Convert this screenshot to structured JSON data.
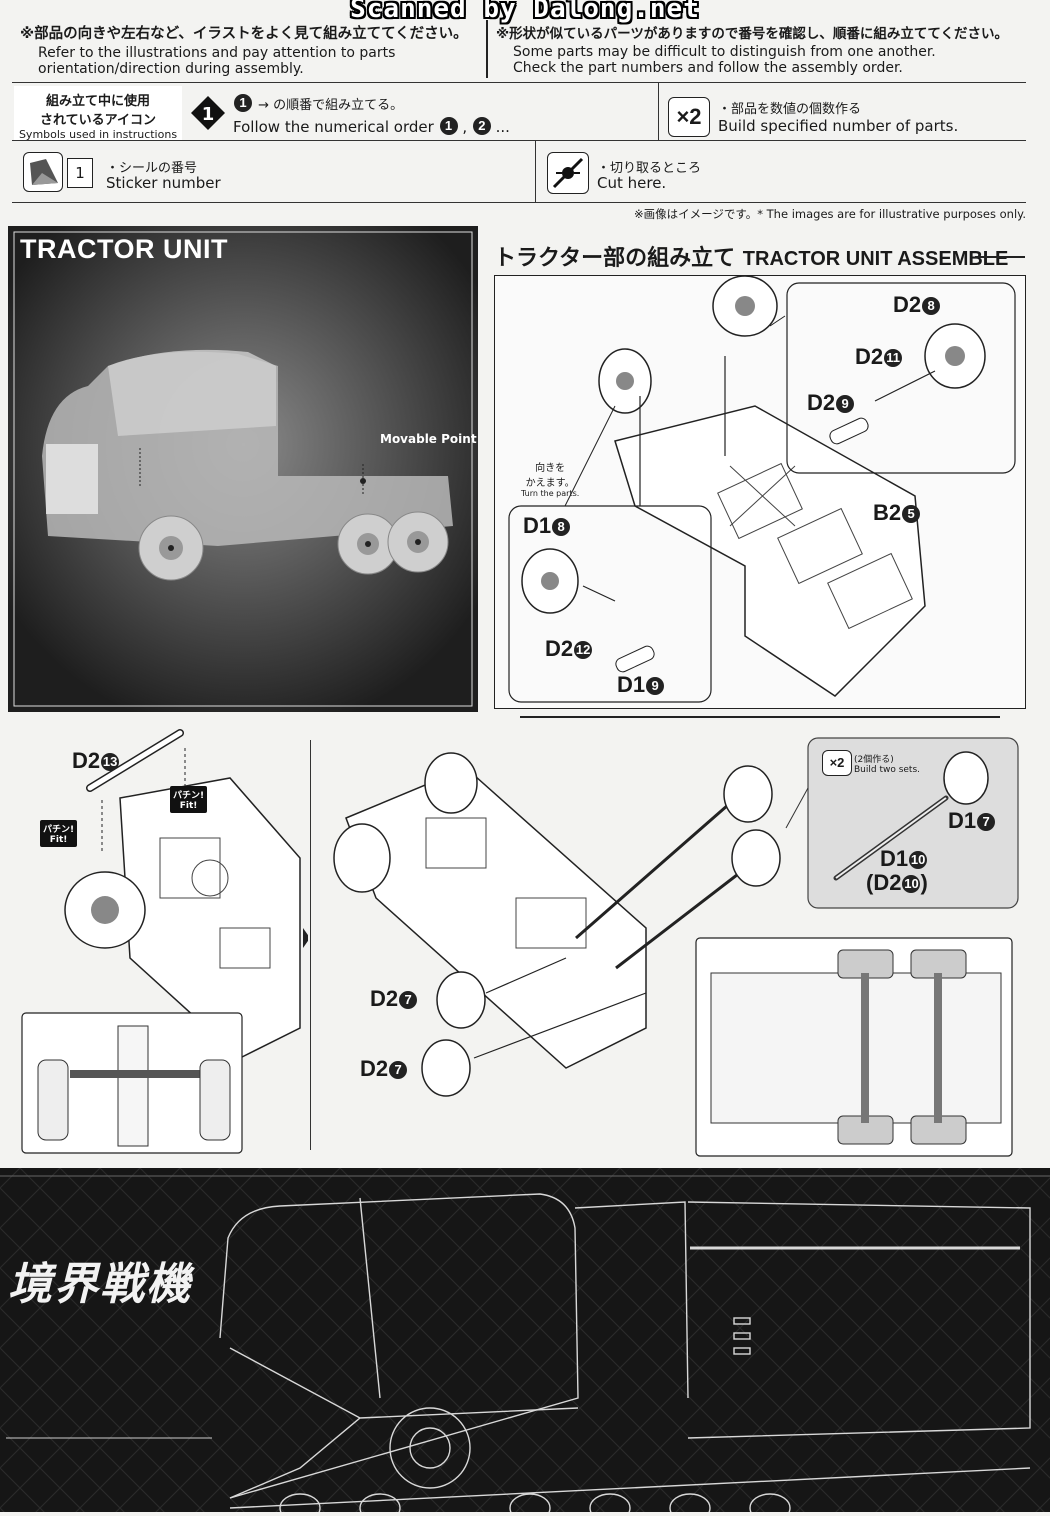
{
  "watermark": "Scanned by Dalong.net",
  "notes": {
    "left_jp": "※部品の向きや左右など、イラストをよく見て組み立ててください。",
    "left_en1": "Refer to the illustrations and pay attention to parts",
    "left_en2": "orientation/direction during assembly.",
    "right_jp": "※形状が似ているパーツがありますので番号を確認し、順番に組み立ててください。",
    "right_en1": "Some parts may be difficult to distinguish from one another.",
    "right_en2": "Check the part numbers and follow the assembly order."
  },
  "symbols": {
    "label_jp1": "組み立て中に使用",
    "label_jp2": "されているアイコン",
    "label_en": "Symbols used in instructions",
    "order_jp": "→ の順番で組み立てる。",
    "order_en": "Follow the numerical order",
    "count_icon": "×2",
    "count_jp": "・部品を数値の個数作る",
    "count_en": "Build specified number of parts.",
    "sticker_num": "1",
    "sticker_jp": "・シールの番号",
    "sticker_en": "Sticker number",
    "cut_jp": "・切り取るところ",
    "cut_en": "Cut here."
  },
  "disclaimer": "※画像はイメージです。* The images are for illustrative purposes only.",
  "tractor": {
    "title": "TRACTOR UNIT",
    "movable": "Movable Point"
  },
  "assemble": {
    "title_jp": "トラクター部の組み立て",
    "title_en": "TRACTOR UNIT ASSEMBLE",
    "turn_jp1": "向きを",
    "turn_jp2": "かえます。",
    "turn_en": "Turn the parts.",
    "fit_jp": "パチン!",
    "fit_en": "Fit!",
    "build2_jp": "(2個作る)",
    "build2_en": "Build two sets."
  },
  "parts": {
    "d2_8": "D2",
    "d2_8n": "8",
    "d2_11": "D2",
    "d2_11n": "11",
    "d2_9": "D2",
    "d2_9n": "9",
    "b2_5": "B2",
    "b2_5n": "5",
    "d1_8": "D1",
    "d1_8n": "8",
    "d2_12": "D2",
    "d2_12n": "12",
    "d1_9": "D1",
    "d1_9n": "9",
    "d2_13": "D2",
    "d2_13n": "13",
    "d1_7": "D1",
    "d1_7n": "7",
    "d1_10": "D1",
    "d1_10n": "10",
    "d2_10": "(D2",
    "d2_10n": "10",
    "d2_7a": "D2",
    "d2_7an": "7",
    "d2_7b": "D2",
    "d2_7bn": "7"
  },
  "footer": {
    "logo": "境界戦機"
  }
}
